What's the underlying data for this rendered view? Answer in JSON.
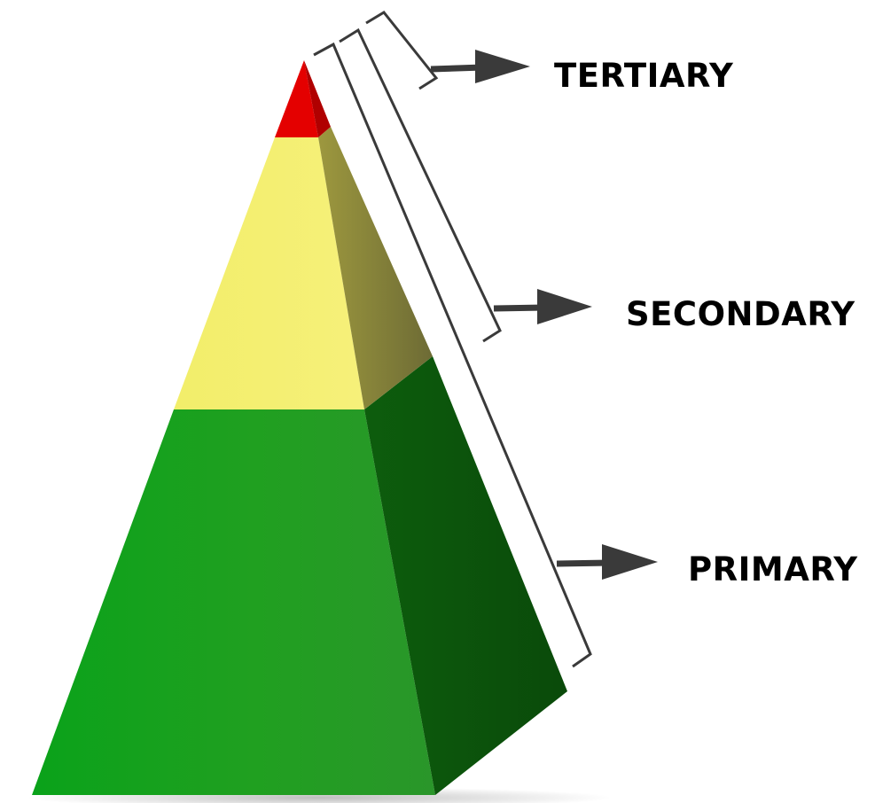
{
  "tiers": [
    {
      "id": "tertiary",
      "label": "TERTIARY",
      "color": "#e60000"
    },
    {
      "id": "secondary",
      "label": "SECONDARY",
      "color": "#f4ef62"
    },
    {
      "id": "primary",
      "label": "PRIMARY",
      "color": "#1f9a1f"
    }
  ],
  "colors": {
    "background": "#ffffff",
    "bracket": "#3a3a3a",
    "arrow": "#3a3a3a",
    "text": "#000000"
  }
}
